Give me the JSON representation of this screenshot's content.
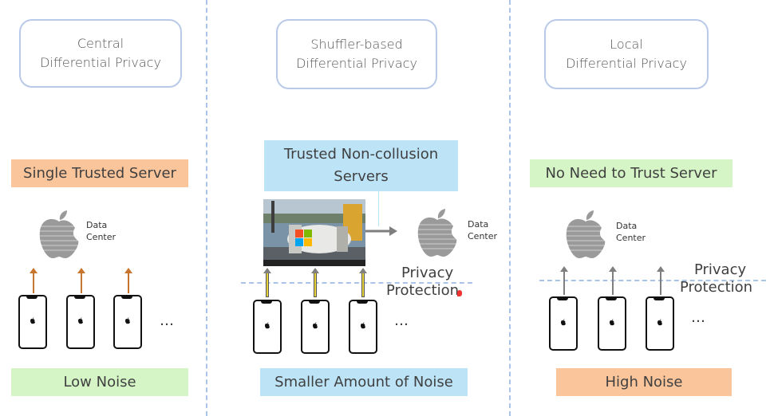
{
  "panels": [
    {
      "title_line1": "Central",
      "title_line2": "Differential Privacy",
      "trust_label": "Single Trusted Server",
      "noise_label": "Low Noise",
      "data_center_line1": "Data",
      "data_center_line2": "Center"
    },
    {
      "title_line1": "Shuffler-based",
      "title_line2": "Differential Privacy",
      "trust_label_line1": "Trusted Non-collusion",
      "trust_label_line2": "Servers",
      "noise_label": "Smaller Amount of Noise",
      "data_center_line1": "Data",
      "data_center_line2": "Center",
      "privacy_line1": "Privacy",
      "privacy_line2": "Protection"
    },
    {
      "title_line1": "Local",
      "title_line2": "Differential Privacy",
      "trust_label": "No Need to Trust Server",
      "noise_label": "High Noise",
      "data_center_line1": "Data",
      "data_center_line2": "Center",
      "privacy_line1": "Privacy",
      "privacy_line2": "Protection"
    }
  ],
  "ellipsis": "…",
  "colors": {
    "orange_box": "#fbc59b",
    "green_box": "#d6f5c6",
    "blue_box": "#bde3f7",
    "arrow_central": "#c8762d",
    "arrow_shuffler": "#e8d23a",
    "arrow_local": "#7f7f7f",
    "divider": "#a9c4e8"
  }
}
